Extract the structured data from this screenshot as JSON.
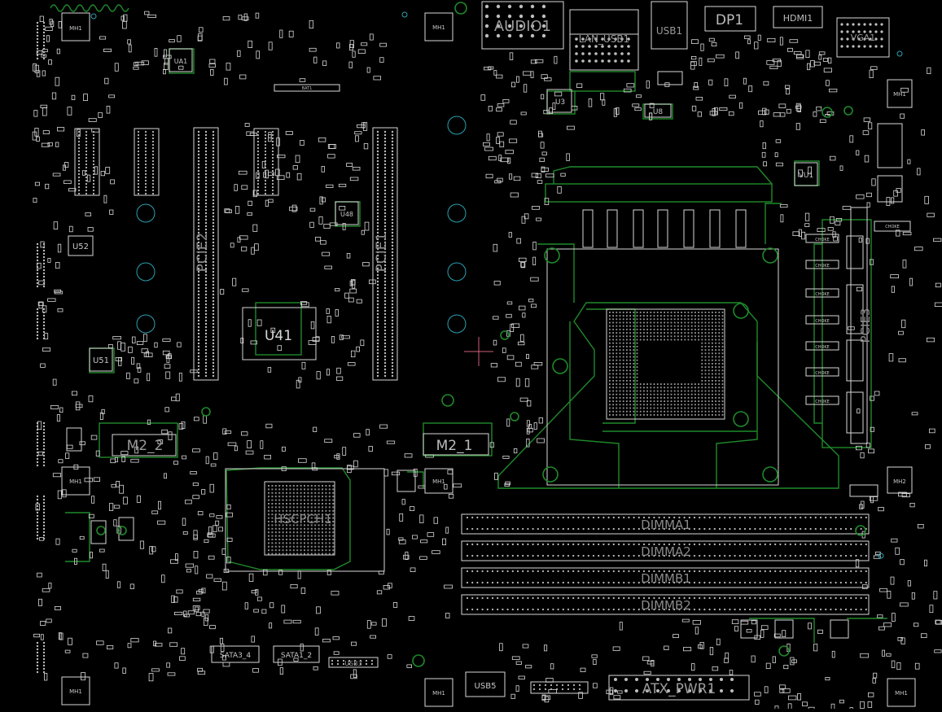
{
  "board": {
    "colors": {
      "background": "#000000",
      "outline": "#d8d8d8",
      "trace": "#1f8a2a",
      "hole": "#2aa0b0",
      "cursor": "#d0607a"
    },
    "labels": {
      "audio": "AUDIO1",
      "lan": "LAN_USB1",
      "usb": "USB1",
      "dp": "DP1",
      "hdmi": "HDMI1",
      "vga": "VGA1",
      "bat": "BAT1",
      "pcie1": "PCIE1",
      "pcie2": "PCIE2",
      "pcie3": "PCIE3",
      "u41": "U41",
      "u52": "U52",
      "u51": "U51",
      "u3": "U3",
      "u48": "U48",
      "u1": "U1",
      "ua1": "UA1",
      "vu1": "VU1",
      "m2_2": "M2_2",
      "m2_1": "M2_1",
      "pch": "HSCPCH1",
      "dimma1": "DIMMA1",
      "dimma2": "DIMMA2",
      "dimmb1": "DIMMB1",
      "dimmb2": "DIMMB2",
      "sata34": "SATA3_4",
      "sata12": "SATA1_2",
      "usb3": "USB3",
      "usb5": "USB5",
      "atx": "ATX_PWR1",
      "mh": "MH1",
      "mh2": "MH2",
      "choke": "CHOKE",
      "u8": "U8",
      "u9": "U9"
    }
  }
}
